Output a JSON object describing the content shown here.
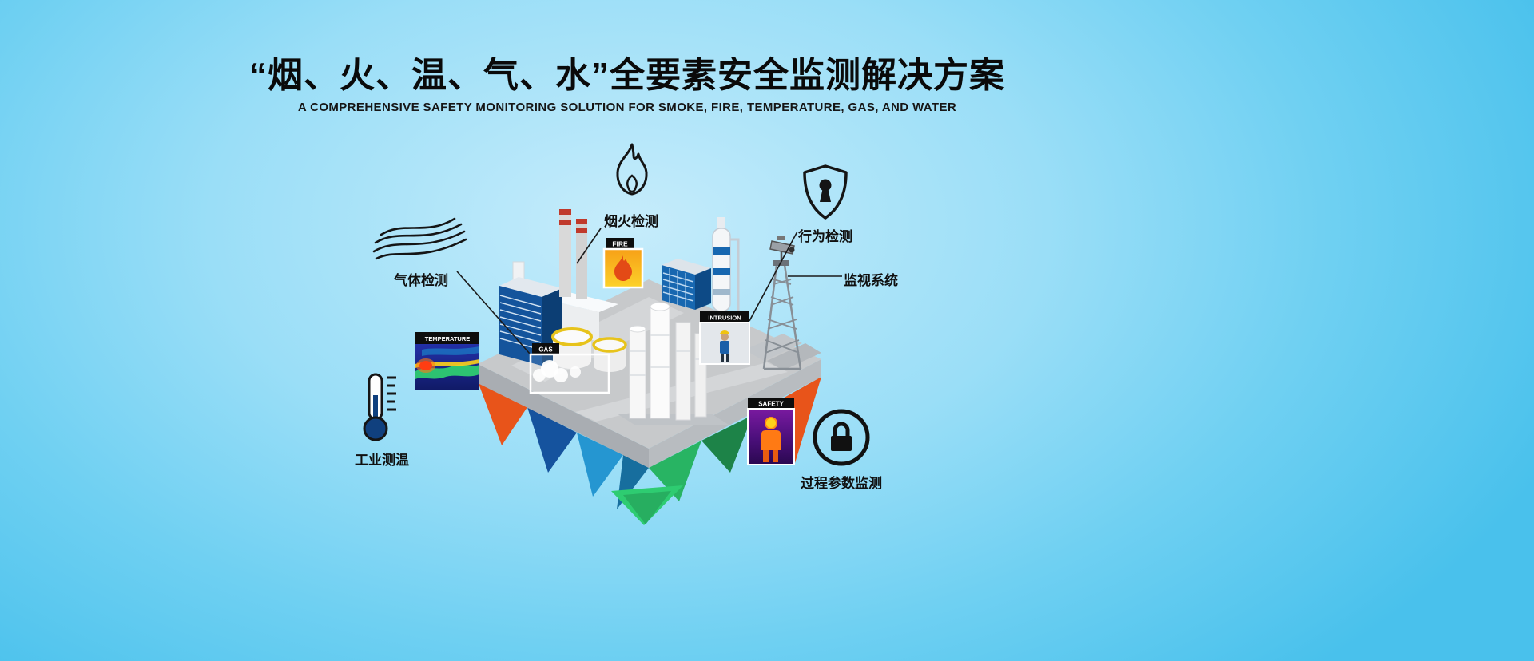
{
  "page": {
    "title": "“烟、火、温、气、水”全要素安全监测解决方案",
    "subtitle": "A COMPREHENSIVE SAFETY MONITORING SOLUTION FOR SMOKE, FIRE, TEMPERATURE, GAS, AND WATER"
  },
  "callouts": {
    "smoke_fire": "烟火检测",
    "behavior": "行为检测",
    "surveillance": "监视系统",
    "gas": "气体检测",
    "thermometry": "工业测温",
    "process": "过程参数监测"
  },
  "scene_tags": {
    "fire": "FIRE",
    "temperature": "TEMPERATURE",
    "gas": "GAS",
    "intrusion": "INTRUSION",
    "safety": "SAFETY"
  },
  "icons": {
    "flame": "flame-icon",
    "shield_keyhole": "shield-keyhole-icon",
    "gas_waves": "gas-waves-icon",
    "thermometer": "thermometer-icon",
    "lock_circle": "lock-circle-icon",
    "cctv_camera": "cctv-camera-icon"
  },
  "colors": {
    "background_center": "#c6ecfb",
    "background_edge": "#49c1ec",
    "title_text": "#0a0a0a",
    "accent_orange": "#e8541a",
    "accent_blue": "#1767b0",
    "accent_green": "#2ecc71",
    "tag_background": "#0d0d0d"
  }
}
